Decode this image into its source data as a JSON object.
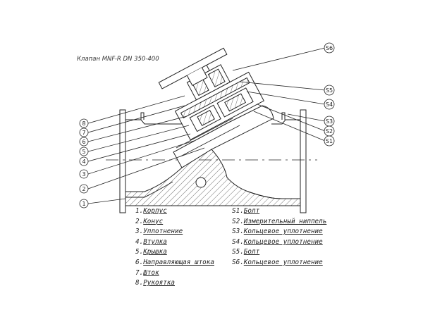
{
  "title": "Клапан MNF-R DN 350-400",
  "callouts": {
    "left": [
      "8",
      "7",
      "6",
      "5",
      "4",
      "3",
      "2",
      "1"
    ],
    "right": [
      "S6",
      "S5",
      "S4",
      "S3",
      "S2",
      "S1"
    ]
  },
  "legend": {
    "parts": [
      {
        "num": "1.",
        "label": "Корпус"
      },
      {
        "num": "2.",
        "label": "Конус"
      },
      {
        "num": "3.",
        "label": "Уплотнение"
      },
      {
        "num": "4.",
        "label": "Втулка"
      },
      {
        "num": "5.",
        "label": "Крышка"
      },
      {
        "num": "6.",
        "label": "Направляющая штока"
      },
      {
        "num": "7.",
        "label": "Шток"
      },
      {
        "num": "8.",
        "label": "Рукоятка"
      }
    ],
    "service": [
      {
        "num": "S1.",
        "label": "Болт"
      },
      {
        "num": "S2.",
        "label": "Измерительный ниппель"
      },
      {
        "num": "S3.",
        "label": "Кольцевое уплотнение"
      },
      {
        "num": "S4.",
        "label": "Кольцевое уплотнение"
      },
      {
        "num": "S5.",
        "label": "Болт"
      },
      {
        "num": "S6.",
        "label": "Кольцевое уплотнение"
      }
    ]
  },
  "icons": {
    "hatch": "diagonal-hatch-pattern"
  },
  "colors": {
    "line": "#222222",
    "background": "#ffffff"
  }
}
